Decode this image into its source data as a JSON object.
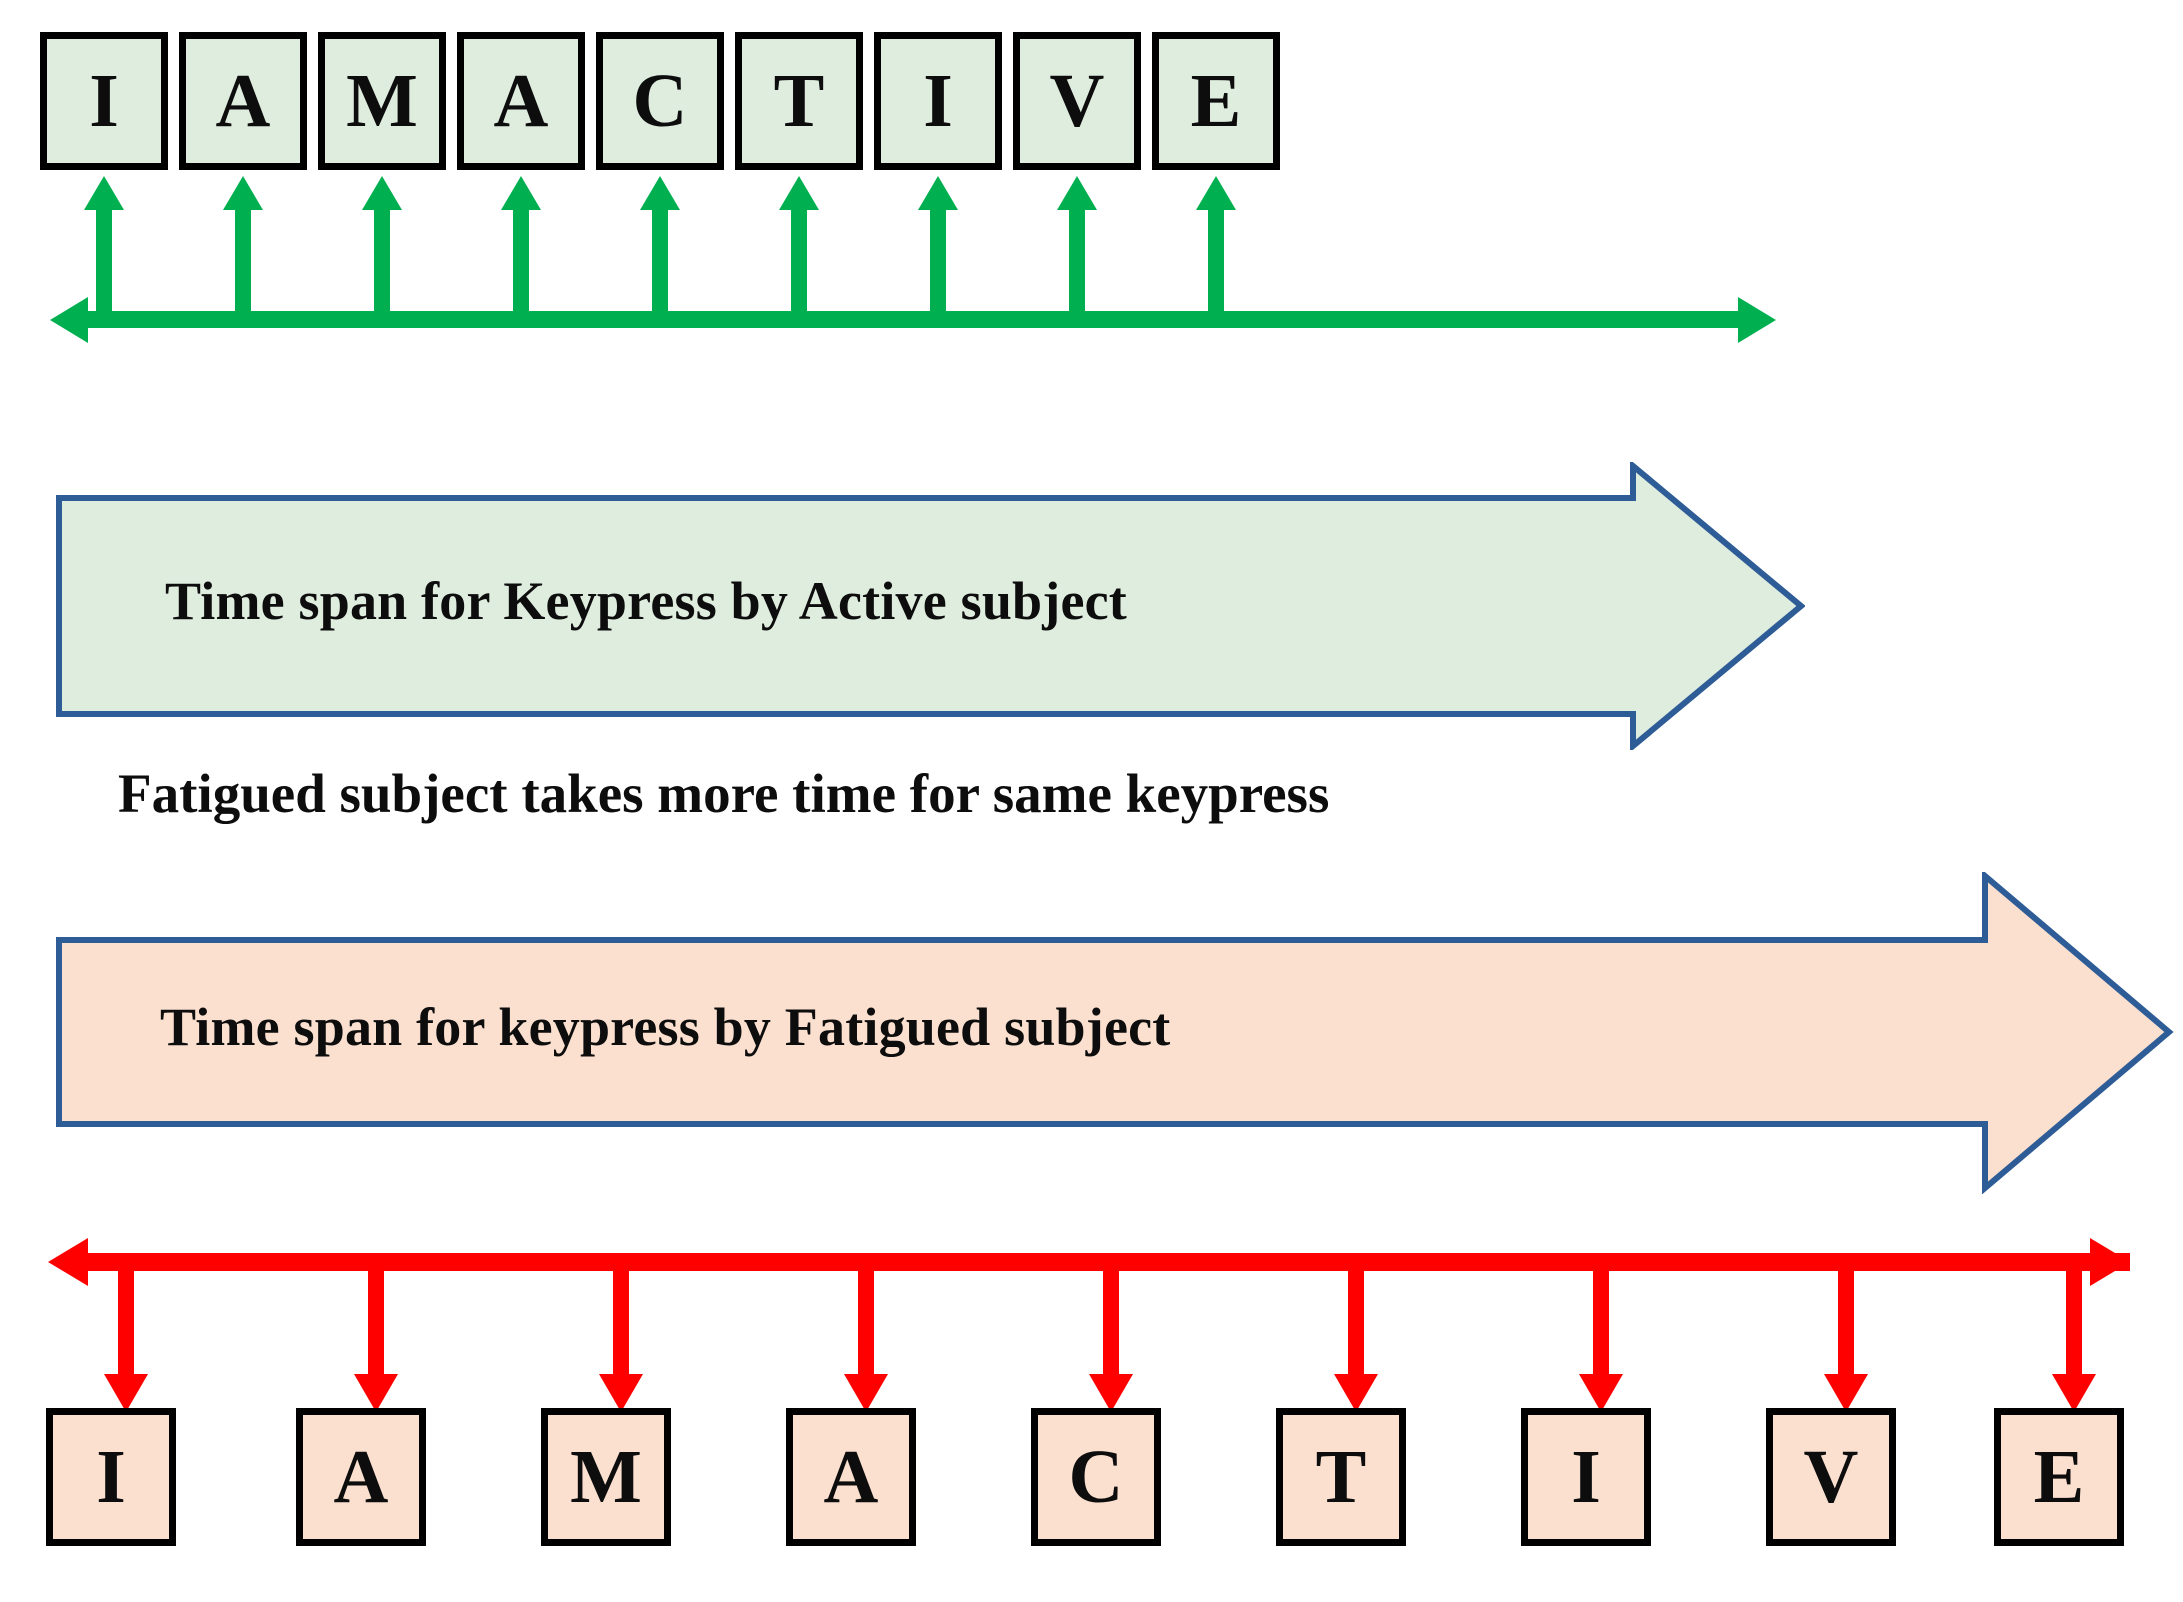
{
  "diagram": {
    "title_hidden": "",
    "colors": {
      "green_accent": "#00b050",
      "red_accent": "#fe0000",
      "green_fill": "#dfeddf",
      "peach_fill": "#fbe0d0",
      "banner_border": "#2e5c96",
      "box_border": "#000000",
      "text": "#0d0d0d",
      "background": "#ffffff"
    },
    "top_sequence": {
      "name": "active-subject-keypress-sequence",
      "letters": [
        "I",
        "A",
        "M",
        "A",
        "C",
        "T",
        "I",
        "V",
        "E"
      ]
    },
    "bottom_sequence": {
      "name": "fatigued-subject-keypress-sequence",
      "letters": [
        "I",
        "A",
        "M",
        "A",
        "C",
        "T",
        "I",
        "V",
        "E"
      ]
    },
    "banners": [
      {
        "id": "active-banner",
        "label": "Time span for Keypress by Active subject",
        "fill": "#dfeddf",
        "stroke": "#2e5c96"
      },
      {
        "id": "fatigued-banner",
        "label": "Time span for keypress by Fatigued subject",
        "fill": "#fbe0d0",
        "stroke": "#2e5c96"
      }
    ],
    "caption": "Fatigued subject takes more time for same keypress",
    "axes": [
      {
        "id": "green-time-axis",
        "direction": "bidirectional",
        "color": "#00b050"
      },
      {
        "id": "red-time-axis",
        "direction": "bidirectional",
        "color": "#fe0000"
      }
    ]
  }
}
